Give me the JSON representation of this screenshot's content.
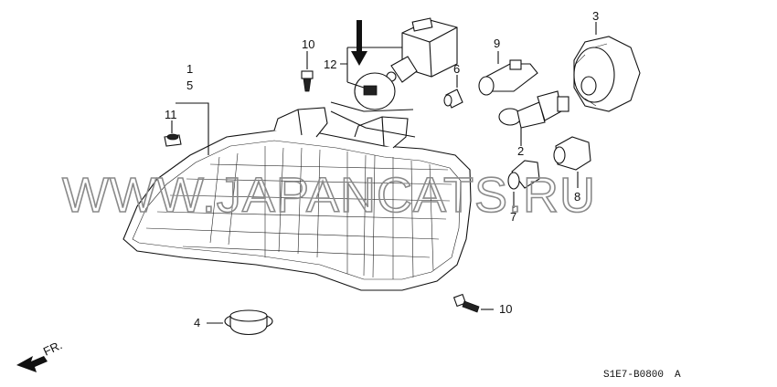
{
  "diagram": {
    "callouts": {
      "c1": "1",
      "c5": "5",
      "c11": "11",
      "c10a": "10",
      "c12": "12",
      "c9": "9",
      "c6": "6",
      "c3": "3",
      "c2": "2",
      "c8": "8",
      "c7": "7",
      "c4": "4",
      "c10b": "10"
    },
    "watermark": "WWW.JAPANCATS.RU",
    "front_label": "FR.",
    "drawing_code": "S1E7-B0800",
    "drawing_suffix": "A"
  }
}
